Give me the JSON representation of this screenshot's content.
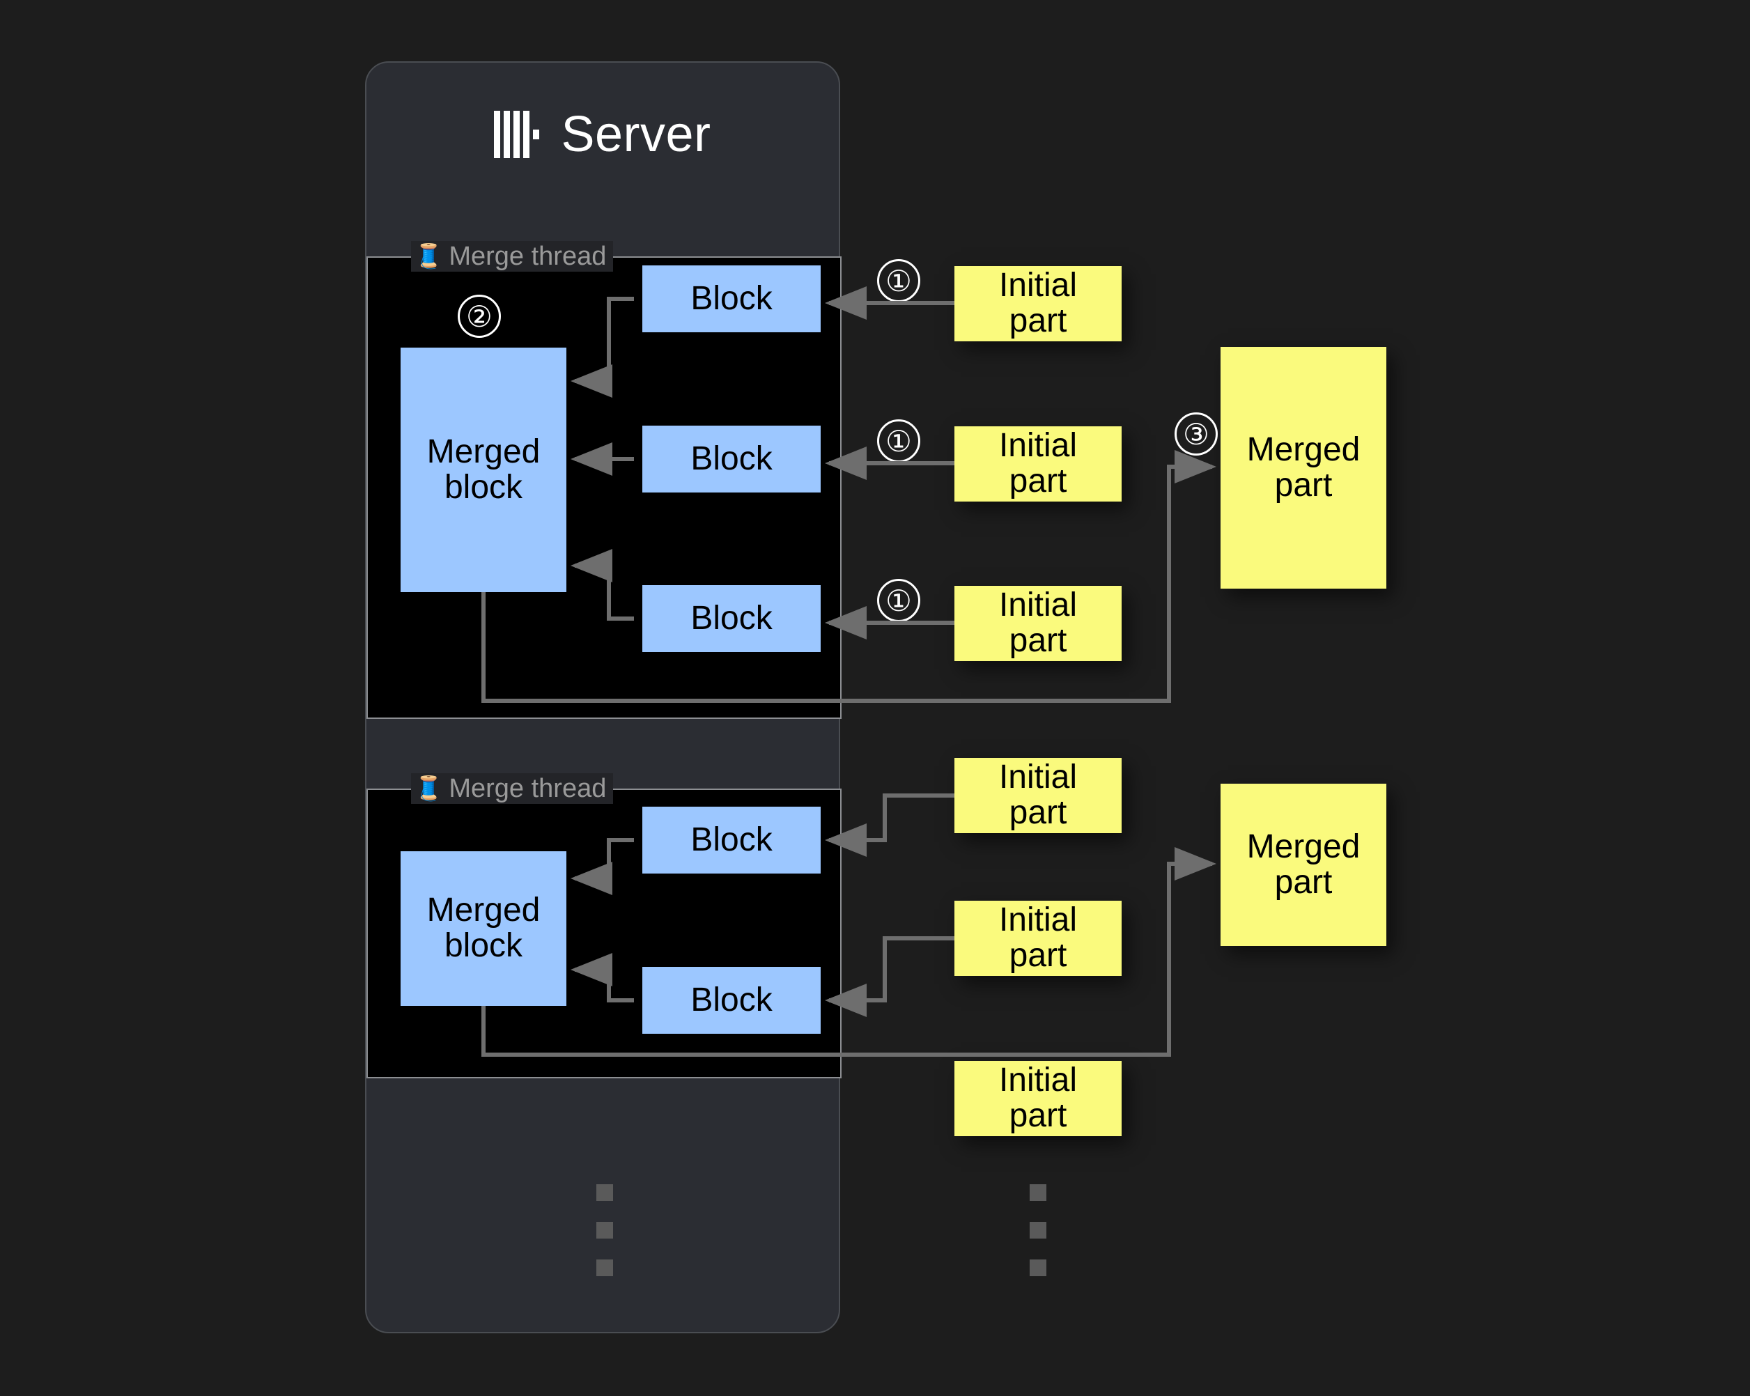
{
  "card": {
    "title": "Server",
    "logo_icon": "clickhouse-logo-icon"
  },
  "threads": [
    {
      "label": "Merge thread",
      "icon": "thread-spool-icon",
      "merged_block_label": "Merged\nblock",
      "blocks": [
        "Block",
        "Block",
        "Block"
      ]
    },
    {
      "label": "Merge thread",
      "icon": "thread-spool-icon",
      "merged_block_label": "Merged\nblock",
      "blocks": [
        "Block",
        "Block"
      ]
    }
  ],
  "initial_parts": [
    "Initial\npart",
    "Initial\npart",
    "Initial\npart",
    "Initial\npart",
    "Initial\npart",
    "Initial\npart"
  ],
  "merged_parts": [
    "Merged\npart",
    "Merged\npart"
  ],
  "steps": {
    "one_a": "①",
    "one_b": "①",
    "one_c": "①",
    "two": "②",
    "three": "③"
  },
  "ellipsis": {
    "left": "vertical-ellipsis",
    "right": "vertical-ellipsis"
  },
  "colors": {
    "background": "#1d1d1d",
    "card": "#2b2d33",
    "card_border": "#4a4d52",
    "panel": "#000000",
    "panel_border": "#8d8f93",
    "block": "#9CC7FF",
    "part": "#FAFA7D",
    "arrow": "#6e6e6e",
    "label_text": "#9a9a9a",
    "title_text": "#ffffff",
    "dot": "#5a5a5a"
  }
}
